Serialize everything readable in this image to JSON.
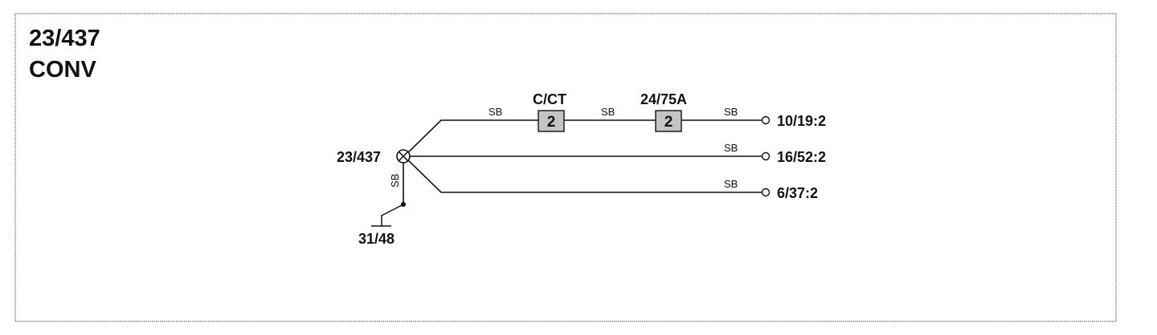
{
  "title": {
    "line1": "23/437",
    "line2": "CONV"
  },
  "splice": {
    "label": "23/437",
    "icon": "splice-junction-icon"
  },
  "ground": {
    "label": "31/48",
    "wire_color": "SB",
    "icon": "ground-switch-icon"
  },
  "connectors": [
    {
      "id": "C/CT",
      "pin": "2"
    },
    {
      "id": "24/75A",
      "pin": "2"
    }
  ],
  "wires": {
    "top": {
      "segment_labels": [
        "SB",
        "SB",
        "SB"
      ],
      "terminal": "10/19:2"
    },
    "middle": {
      "segment_label": "SB",
      "terminal": "16/52:2"
    },
    "bottom": {
      "segment_label": "SB",
      "terminal": "6/37:2"
    }
  }
}
